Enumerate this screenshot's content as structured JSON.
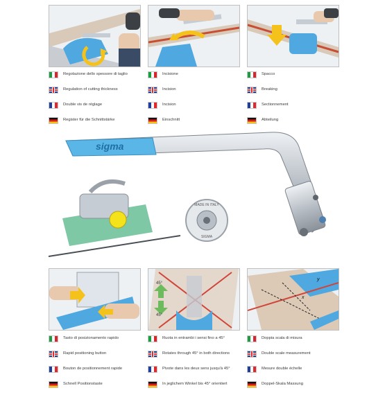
{
  "brand_logo": "sigma",
  "blade_marks": [
    "MADE IN ITALY",
    "SIGMA"
  ],
  "panels": [
    {
      "captions": {
        "it": "Regolazione dello spessore di taglio",
        "en": "Regulation of cutting thickness",
        "fr": "Double vis de réglage",
        "de": "Register für die Schnittstärke"
      }
    },
    {
      "captions": {
        "it": "Incisione",
        "en": "Incision",
        "fr": "Incision",
        "de": "Einschnitt"
      }
    },
    {
      "captions": {
        "it": "Spacco",
        "en": "Breaking",
        "fr": "Sectionnement",
        "de": "Abteilung"
      }
    },
    {
      "captions": {
        "it": "Tasto di posizionamento rapido",
        "en": "Rapid positioning button",
        "fr": "Bouton de positionnement rapide",
        "de": "Schnell Positionstaste"
      }
    },
    {
      "angle_labels": [
        "45°",
        "45°"
      ],
      "captions": {
        "it": "Ruota in entrambi i sensi fino a 45°",
        "en": "Rotates through 45° in both directions",
        "fr": "Pivote dans les deux sens jusqu'à 45°",
        "de": "In jeglichem Winkel bis 45° orientiert"
      }
    },
    {
      "measure_labels": [
        "x",
        "y"
      ],
      "captions": {
        "it": "Doppia scala di misura",
        "en": "Double scale measurement",
        "fr": "Mesure double échelle",
        "de": "Doppel-Skala Massung"
      }
    }
  ],
  "colors": {
    "accent_blue": "#5bb6e8",
    "arrow_yellow": "#f4c21b",
    "steel": "#b9bfc6"
  }
}
